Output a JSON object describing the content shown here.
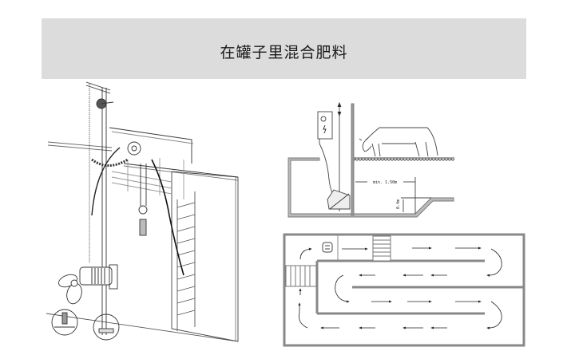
{
  "page": {
    "title": "在罐子里混合肥料"
  },
  "figures": {
    "tank_mixer": {
      "description": "Isometric drawing of a submersible propeller mixer mounted on a vertical guide pole with winch and pulley inside a manure tank"
    },
    "barn_section": {
      "description": "Cross-section of a barn with a cow standing on slatted floor above a manure channel, with an electric control box and mixer",
      "dimension_width": "min. 1.50m",
      "dimension_depth": "0.4m"
    },
    "channel_plan": {
      "description": "Plan view of a serpentine manure circulation channel with flow direction arrows"
    }
  },
  "colors": {
    "banner": "#dcdcdc",
    "line": "#333333",
    "hatch": "#888888"
  }
}
